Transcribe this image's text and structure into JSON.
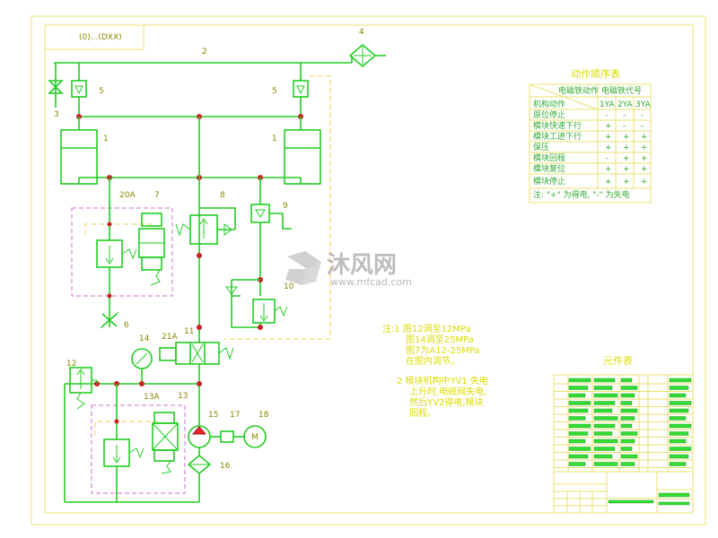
{
  "drawing": {
    "top_box_label": "(0)...(DXX)",
    "labels": {
      "pipe_main": "2",
      "filter_top": "4",
      "valve_left": "3",
      "check_left": "5",
      "check_right": "5",
      "cyl_left": "1",
      "cyl_right": "1",
      "valve_20a": "20A",
      "valve_7": "7",
      "valve_8": "8",
      "valve_9": "9",
      "valve_10": "10",
      "throttle_6": "6",
      "gauge_14": "14",
      "valve_11": "11",
      "valve_21a": "21A",
      "relief_12": "12",
      "valve_13a": "13A",
      "valve_13": "13",
      "pump_15": "15",
      "coupling_17": "17",
      "motor_18": "18",
      "filter_16": "16"
    },
    "notes": {
      "title": "注:1 图12调至12MPa",
      "lines": [
        "图14调至25MPa",
        "图7为A12-25MPa",
        "在图内调节。",
        "2 模块机构中YV1 失电",
        "上升时,电磁阀失电,",
        "然后YV2得电,模块",
        "回程。"
      ]
    },
    "action_table": {
      "title": "动作顺序表",
      "header_left_top": "电磁铁动作",
      "header_left_bottom": "机构动作",
      "header_right": "电磁铁代号",
      "cols": [
        "1YA",
        "2YA",
        "3YA"
      ],
      "rows": [
        {
          "name": "原位停止",
          "vals": [
            "-",
            "-",
            "-"
          ]
        },
        {
          "name": "模块快速下行",
          "vals": [
            "+",
            "-",
            "-"
          ]
        },
        {
          "name": "模块工进下行",
          "vals": [
            "+",
            "+",
            "+"
          ]
        },
        {
          "name": "保压",
          "vals": [
            "+",
            "+",
            "+"
          ]
        },
        {
          "name": "模块回程",
          "vals": [
            "-",
            "+",
            "+"
          ]
        },
        {
          "name": "模块复位",
          "vals": [
            "+",
            "+",
            "+"
          ]
        },
        {
          "name": "模块停止",
          "vals": [
            "+",
            "+",
            "+"
          ]
        }
      ],
      "footnote": "注: \"+\" 为得电, \"-\" 为失电"
    },
    "parts_table": {
      "title": "元件表"
    },
    "watermark": {
      "brand": "沐风网",
      "url": "www.mfcad.com"
    }
  }
}
